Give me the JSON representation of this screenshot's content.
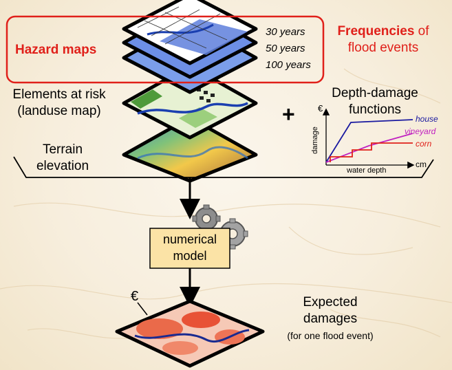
{
  "hazard": {
    "title": "Hazard maps",
    "return_periods": [
      "30 years",
      "50 years",
      "100 years"
    ],
    "frequencies_bold": "Frequencies",
    "frequencies_rest": "of",
    "frequencies_line2": "flood events"
  },
  "elements": {
    "line1": "Elements at risk",
    "line2": "(landuse map)"
  },
  "terrain": {
    "line1": "Terrain",
    "line2": "elevation"
  },
  "plus_sign": "+",
  "ddf": {
    "title_line1": "Depth-damage",
    "title_line2": "functions",
    "currency": "€",
    "y_label": "damage",
    "x_label": "water depth",
    "x_unit": "cm",
    "series": [
      {
        "name": "house",
        "color": "#1a1aa0"
      },
      {
        "name": "vineyard",
        "color": "#c020c0"
      },
      {
        "name": "corn",
        "color": "#e0201a"
      }
    ]
  },
  "model": {
    "line1": "numerical",
    "line2": "model",
    "icon": "gears-icon"
  },
  "result": {
    "currency": "€",
    "line1": "Expected",
    "line2": "damages",
    "line3": "(for one flood event)"
  },
  "colors": {
    "accent_red": "#e0201a",
    "model_box": "#fbe3a6"
  }
}
